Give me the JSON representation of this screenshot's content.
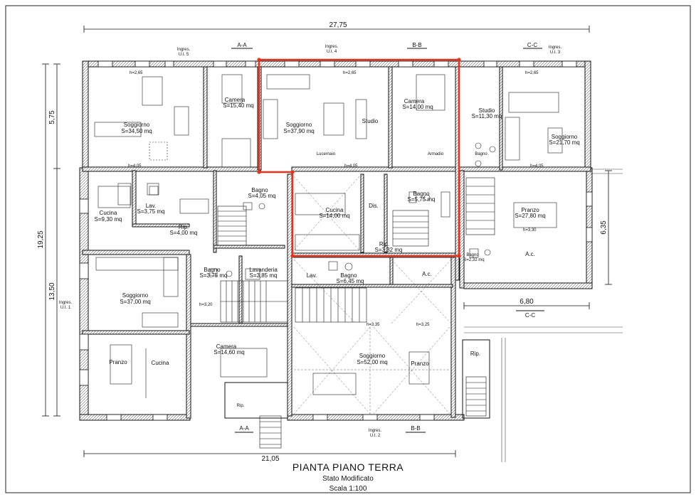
{
  "title": "PIANTA PIANO TERRA",
  "subtitle": "Stato Modificato",
  "scale": "Scala 1:100",
  "dimensions": {
    "total_width": "27,75",
    "bottom_width": "21,05",
    "left_height": "19,25",
    "left_upper": "5,75",
    "left_lower": "13,50",
    "right_height": "6,35",
    "cc_width": "6,80"
  },
  "sections": {
    "aa": "A-A",
    "bb": "B-B",
    "cc": "C-C"
  },
  "entrances": {
    "u5_line1": "Ingres.",
    "u5_line2": "U.I. 5",
    "u4_line1": "Ingres.",
    "u4_line2": "U.I. 4",
    "u3_line1": "Ingres.",
    "u3_line2": "U.I. 3",
    "u1_line1": "Ingres.",
    "u1_line2": "U.I. 1",
    "u2_line1": "Ingres.",
    "u2_line2": "U.I. 2"
  },
  "heights": {
    "h265": "h=2,65",
    "h405": "h=4,05",
    "h320": "h=3,20",
    "h335": "h=3,35",
    "h325": "h=3,25",
    "h330": "h=3,30"
  },
  "rooms": {
    "soggiorno1": {
      "name": "Soggiorno",
      "area": "S=34,50 mq"
    },
    "camera1": {
      "name": "Camera",
      "area": "S=15,40 mq"
    },
    "soggiorno2": {
      "name": "Soggiorno",
      "area": "S=37,90 mq"
    },
    "studio1": {
      "name": "Studio"
    },
    "lucernaio": {
      "name": "Lucernaio"
    },
    "camera2": {
      "name": "Camera",
      "area": "S=14,00 mq"
    },
    "armadio": {
      "name": "Armadio"
    },
    "studio2": {
      "name": "Studio",
      "area": "S=11,30 mq"
    },
    "bagno_small": {
      "name": "Bagno"
    },
    "soggiorno3": {
      "name": "Soggiorno",
      "area": "S=21,70 mq"
    },
    "cucina1": {
      "name": "Cucina",
      "area": "S=9,30 mq"
    },
    "lav1": {
      "name": "Lav.",
      "area": "S=3,75 mq"
    },
    "rip1": {
      "name": "Rip.",
      "area": "S=4,00 mq"
    },
    "bagno1": {
      "name": "Bagno",
      "area": "S=4,05 mq"
    },
    "cucina2": {
      "name": "Cucina",
      "area": "S=14,00 mq"
    },
    "dis": {
      "name": "Dis."
    },
    "bagno2": {
      "name": "Bagno",
      "area": "S=5,75 mq"
    },
    "rip2": {
      "name": "Rip.",
      "area": "S=3,32 mq"
    },
    "pranzo1": {
      "name": "Pranzo",
      "area": "S=27,80 mq"
    },
    "ac1": {
      "name": "A.c."
    },
    "bagno3": {
      "name": "Bagno",
      "area": "S=2,32 mq"
    },
    "soggiorno4": {
      "name": "Soggiorno",
      "area": "S=37,00 mq"
    },
    "bagno4": {
      "name": "Bagno",
      "area": "S=3,75 mq"
    },
    "lavanderia": {
      "name": "Lavanderia",
      "area": "S=3,85 mq"
    },
    "lav2": {
      "name": "Lav."
    },
    "bagno5": {
      "name": "Bagno",
      "area": "S=6,45 mq"
    },
    "ac2": {
      "name": "A.c."
    },
    "pranzo2": {
      "name": "Pranzo"
    },
    "cucina3": {
      "name": "Cucina"
    },
    "camera3": {
      "name": "Camera",
      "area": "S=14,60 mq"
    },
    "soggiorno5": {
      "name": "Soggiorno",
      "area": "S=52,00 mq"
    },
    "pranzo3": {
      "name": "Pranzo"
    },
    "rip3": {
      "name": "Rip."
    },
    "rip4": {
      "name": "Rip."
    }
  },
  "colors": {
    "highlight": "#e8311e",
    "wall": "#111111"
  }
}
